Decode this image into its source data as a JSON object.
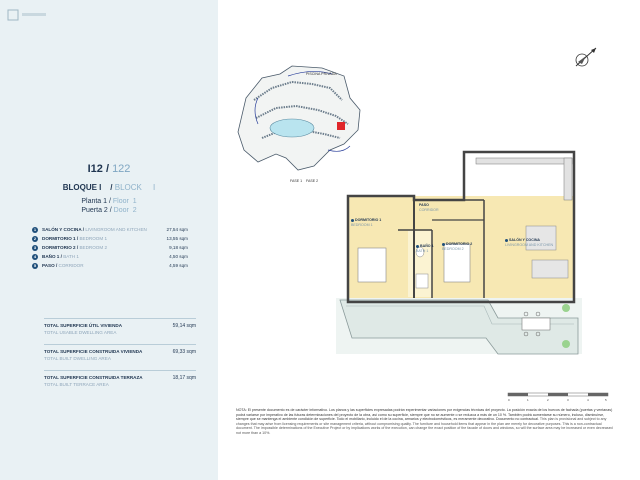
{
  "unit": {
    "code": "I12",
    "separator": "/",
    "code_alt": "122"
  },
  "block": {
    "label": "BLOQUE I",
    "separator": "/",
    "label_alt": "BLOCK",
    "value_alt": "I"
  },
  "floor": {
    "label": "Planta 1",
    "separator": "/",
    "label_alt": "Floor",
    "value_alt": "1"
  },
  "door": {
    "label": "Puerta 2",
    "separator": "/",
    "label_alt": "Door",
    "value_alt": "2"
  },
  "rooms": [
    {
      "num": "1",
      "name": "SALÓN Y COCINA",
      "name_en": "LIVINGROOM AND KITCHEN",
      "area": "27,54 sqm"
    },
    {
      "num": "2",
      "name": "DORMITORIO 1",
      "name_en": "BEDROOM 1",
      "area": "13,55 sqm"
    },
    {
      "num": "3",
      "name": "DORMITORIO 2",
      "name_en": "BEDROOM 2",
      "area": "9,18 sqm"
    },
    {
      "num": "4",
      "name": "BAÑO 1",
      "name_en": "BATH 1",
      "area": "4,50 sqm"
    },
    {
      "num": "5",
      "name": "PASO",
      "name_en": "CORRIDOR",
      "area": "4,59 sqm"
    }
  ],
  "totals": [
    {
      "label": "TOTAL SUPERFICIE ÚTIL VIVIENDA",
      "label_en": "TOTAL USABLE DWELLING AREA",
      "value": "59,14 sqm"
    },
    {
      "label": "TOTAL SUPERFICIE CONSTRUIDA VIVIENDA",
      "label_en": "TOTAL BUILT DWELLING AREA",
      "value": "69,33 sqm"
    },
    {
      "label": "TOTAL SUPERFICIE CONSTRUIDA TERRAZA",
      "label_en": "TOTAL BUILT TERRACE AREA",
      "value": "18,17 sqm"
    }
  ],
  "plan_labels": {
    "living": {
      "num": "1",
      "name": "SALÓN Y COCINA",
      "name_en": "LIVINGROOM AND KITCHEN"
    },
    "bed1": {
      "num": "2",
      "name": "DORMITORIO 1",
      "name_en": "BEDROOM 1"
    },
    "bed2": {
      "num": "3",
      "name": "DORMITORIO 2",
      "name_en": "BEDROOM 2"
    },
    "bath": {
      "num": "4",
      "name": "BAÑO 1",
      "name_en": "BATH 1"
    },
    "corridor": {
      "name": "PASO",
      "name_en": "CORRIDOR"
    }
  },
  "keyplan": {
    "top_label": "PISCINA PRIVADA",
    "fase1": "FASE 1",
    "fase2": "FASE 2"
  },
  "scale_ticks": [
    "0",
    "1",
    "2",
    "3",
    "4",
    "5"
  ],
  "note_es": "NOTA: El presente documento es de carácter informativo. Los planos y las superficies expresadas podrán experimentar variaciones por exigencias técnicas del proyecto. La posición exacta de los huecos de fachada (puertas y ventanas) podrá variarse por imperativo de las futuras determinaciones del proyecto de la obra, así como su superficie, siempre que no se aumente o se reduzca a más de un 10 %. También podrá aumentarse su número, incluso, disminuirse, siempre que se mantenga el ambiente condición de superficie. Todo el mobiliario, incluido el de la cocina, armarios y electrodomésticos, es meramente decorativo. Documento no contractual.",
  "note_en": "This plan is provisional and subject to any changes that may arise from licensing requirements or site management criteria, without compromising quality. The furniture and household items that appear in the plan are merely for decorative purposes. This is a non-contractual document. The impossible determinations of the Executive Project or by implications works of the execution, can change the exact position of the facade of doors and windows, so will the surface area may be increased or even decreased not more than a 10%."
}
